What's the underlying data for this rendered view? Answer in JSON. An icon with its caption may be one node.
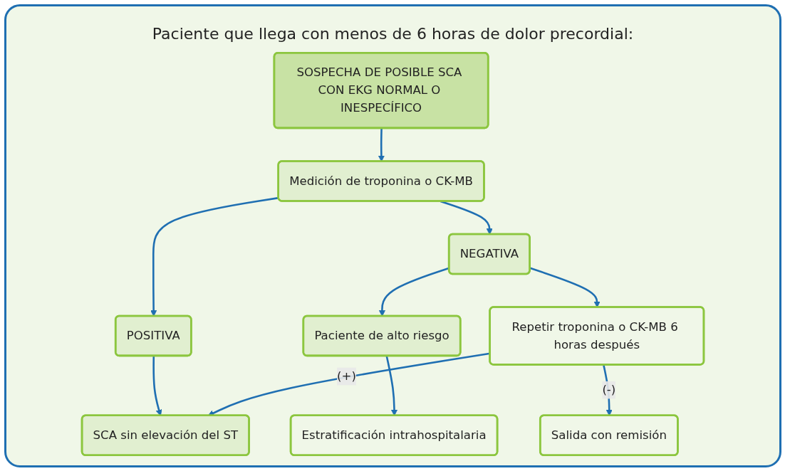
{
  "diagram": {
    "title": "Paciente que llega con menos de 6 horas de dolor precordial:",
    "nodes": [
      {
        "text": [
          "SOSPECHA DE POSIBLE SCA CON EKG NORMAL O INESPECÍFICO"
        ]
      },
      {
        "text": [
          "Medición de troponina o CK-MB"
        ]
      },
      {
        "text": [
          "POSITIVA"
        ]
      },
      {
        "text": [
          "NEGATIVA"
        ]
      },
      {
        "text": [
          "Paciente de alto riesgo"
        ]
      },
      {
        "text": [
          "SCA sin elevación del ST"
        ]
      },
      {
        "text": [
          "Repetir troponina o CK-MB 6 horas después"
        ]
      },
      {
        "text": [
          "Estratificación intrahospitalaria"
        ]
      },
      {
        "text": [
          "Salida con remisión"
        ]
      }
    ],
    "edges": [
      {
        "from": 0,
        "to": 1,
        "arrow": "to"
      },
      {
        "from": 1,
        "to": 2,
        "arrow": "to"
      },
      {
        "from": 1,
        "to": 3,
        "arrow": "to"
      },
      {
        "from": 3,
        "to": 4,
        "arrow": "to"
      },
      {
        "from": 2,
        "to": 5,
        "arrow": "to"
      },
      {
        "from": 3,
        "to": 6,
        "arrow": "to"
      },
      {
        "from": 4,
        "to": 7,
        "arrow": "to"
      },
      {
        "from": 6,
        "to": 5,
        "label": "(+)",
        "arrow": "to"
      },
      {
        "from": 6,
        "to": 8,
        "label": "(-)",
        "arrow": "to"
      }
    ]
  }
}
